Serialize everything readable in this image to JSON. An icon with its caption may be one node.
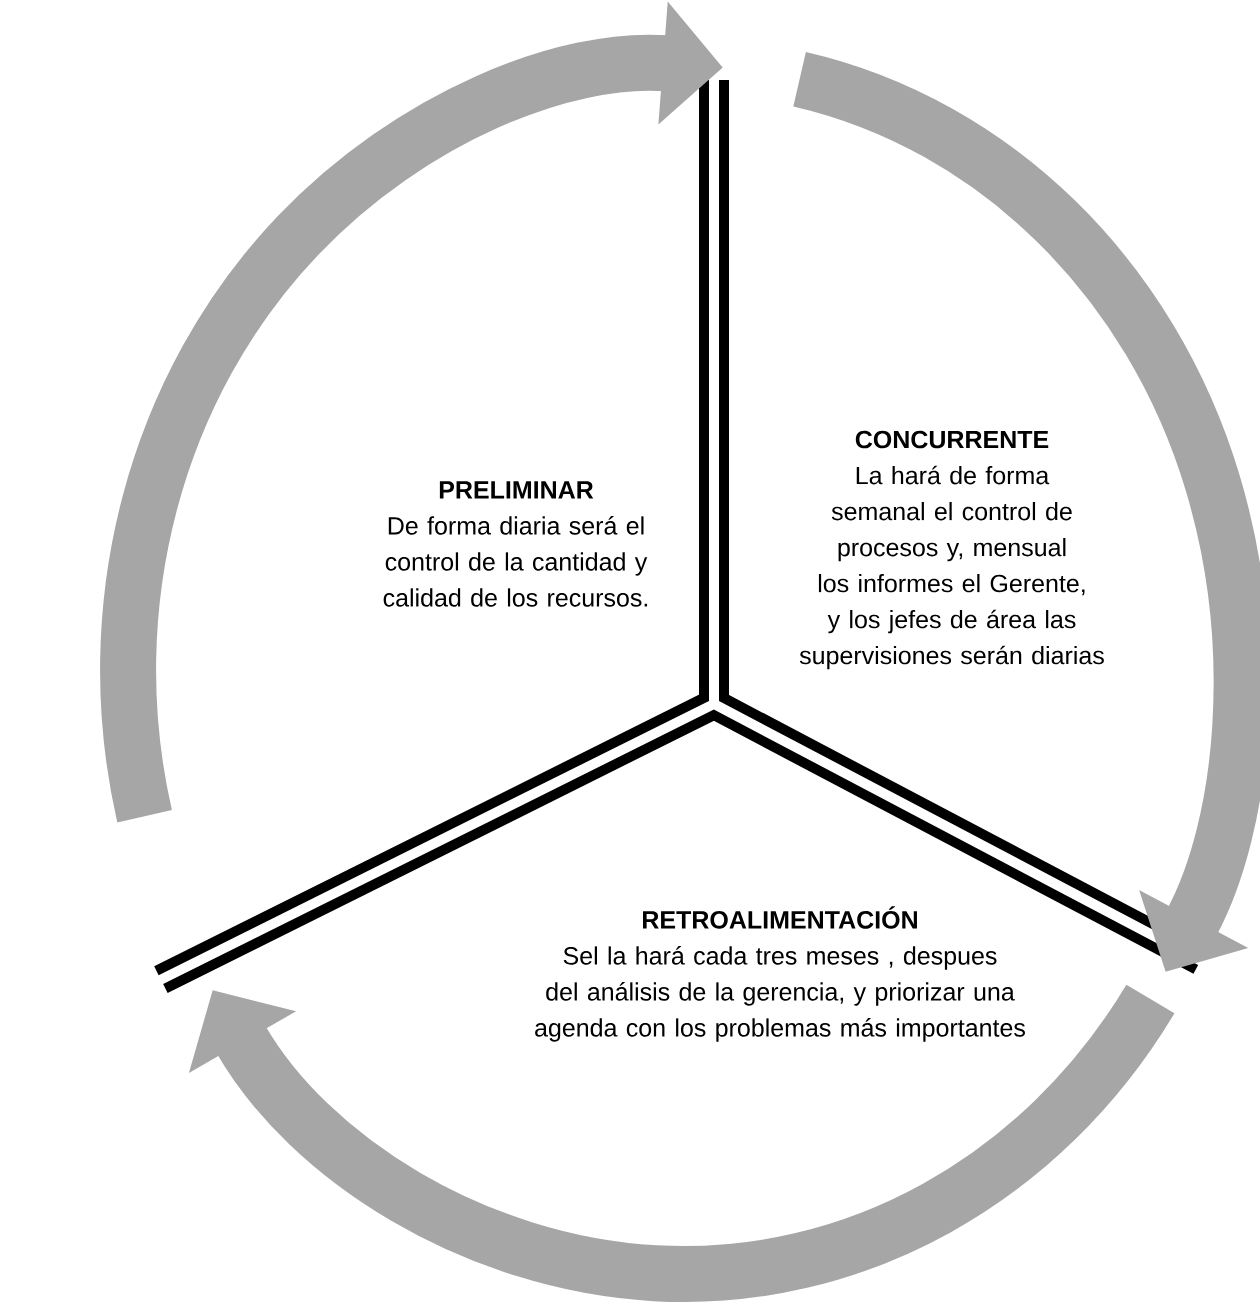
{
  "diagram": {
    "nodes": [
      {
        "text": [
          "PRELIMINAR",
          "De forma diaria será el control de la cantidad y calidad de los recursos."
        ]
      },
      {
        "text": [
          "CONCURRENTE",
          "La hará de forma semanal el control de procesos y, mensual los informes el Gerente, y los jefes de área las supervisiones serán diarias"
        ]
      },
      {
        "text": [
          "RETROALIMENTACIÓN",
          "Sel la hará cada tres meses , despues del análisis de la gerencia, y priorizar una agenda con los problemas más importantes"
        ]
      }
    ],
    "edges": [
      {
        "from": 0,
        "to": 1,
        "arrow": "to"
      },
      {
        "from": 1,
        "to": 2,
        "arrow": "to"
      },
      {
        "from": 2,
        "to": 0,
        "arrow": "to"
      }
    ]
  }
}
